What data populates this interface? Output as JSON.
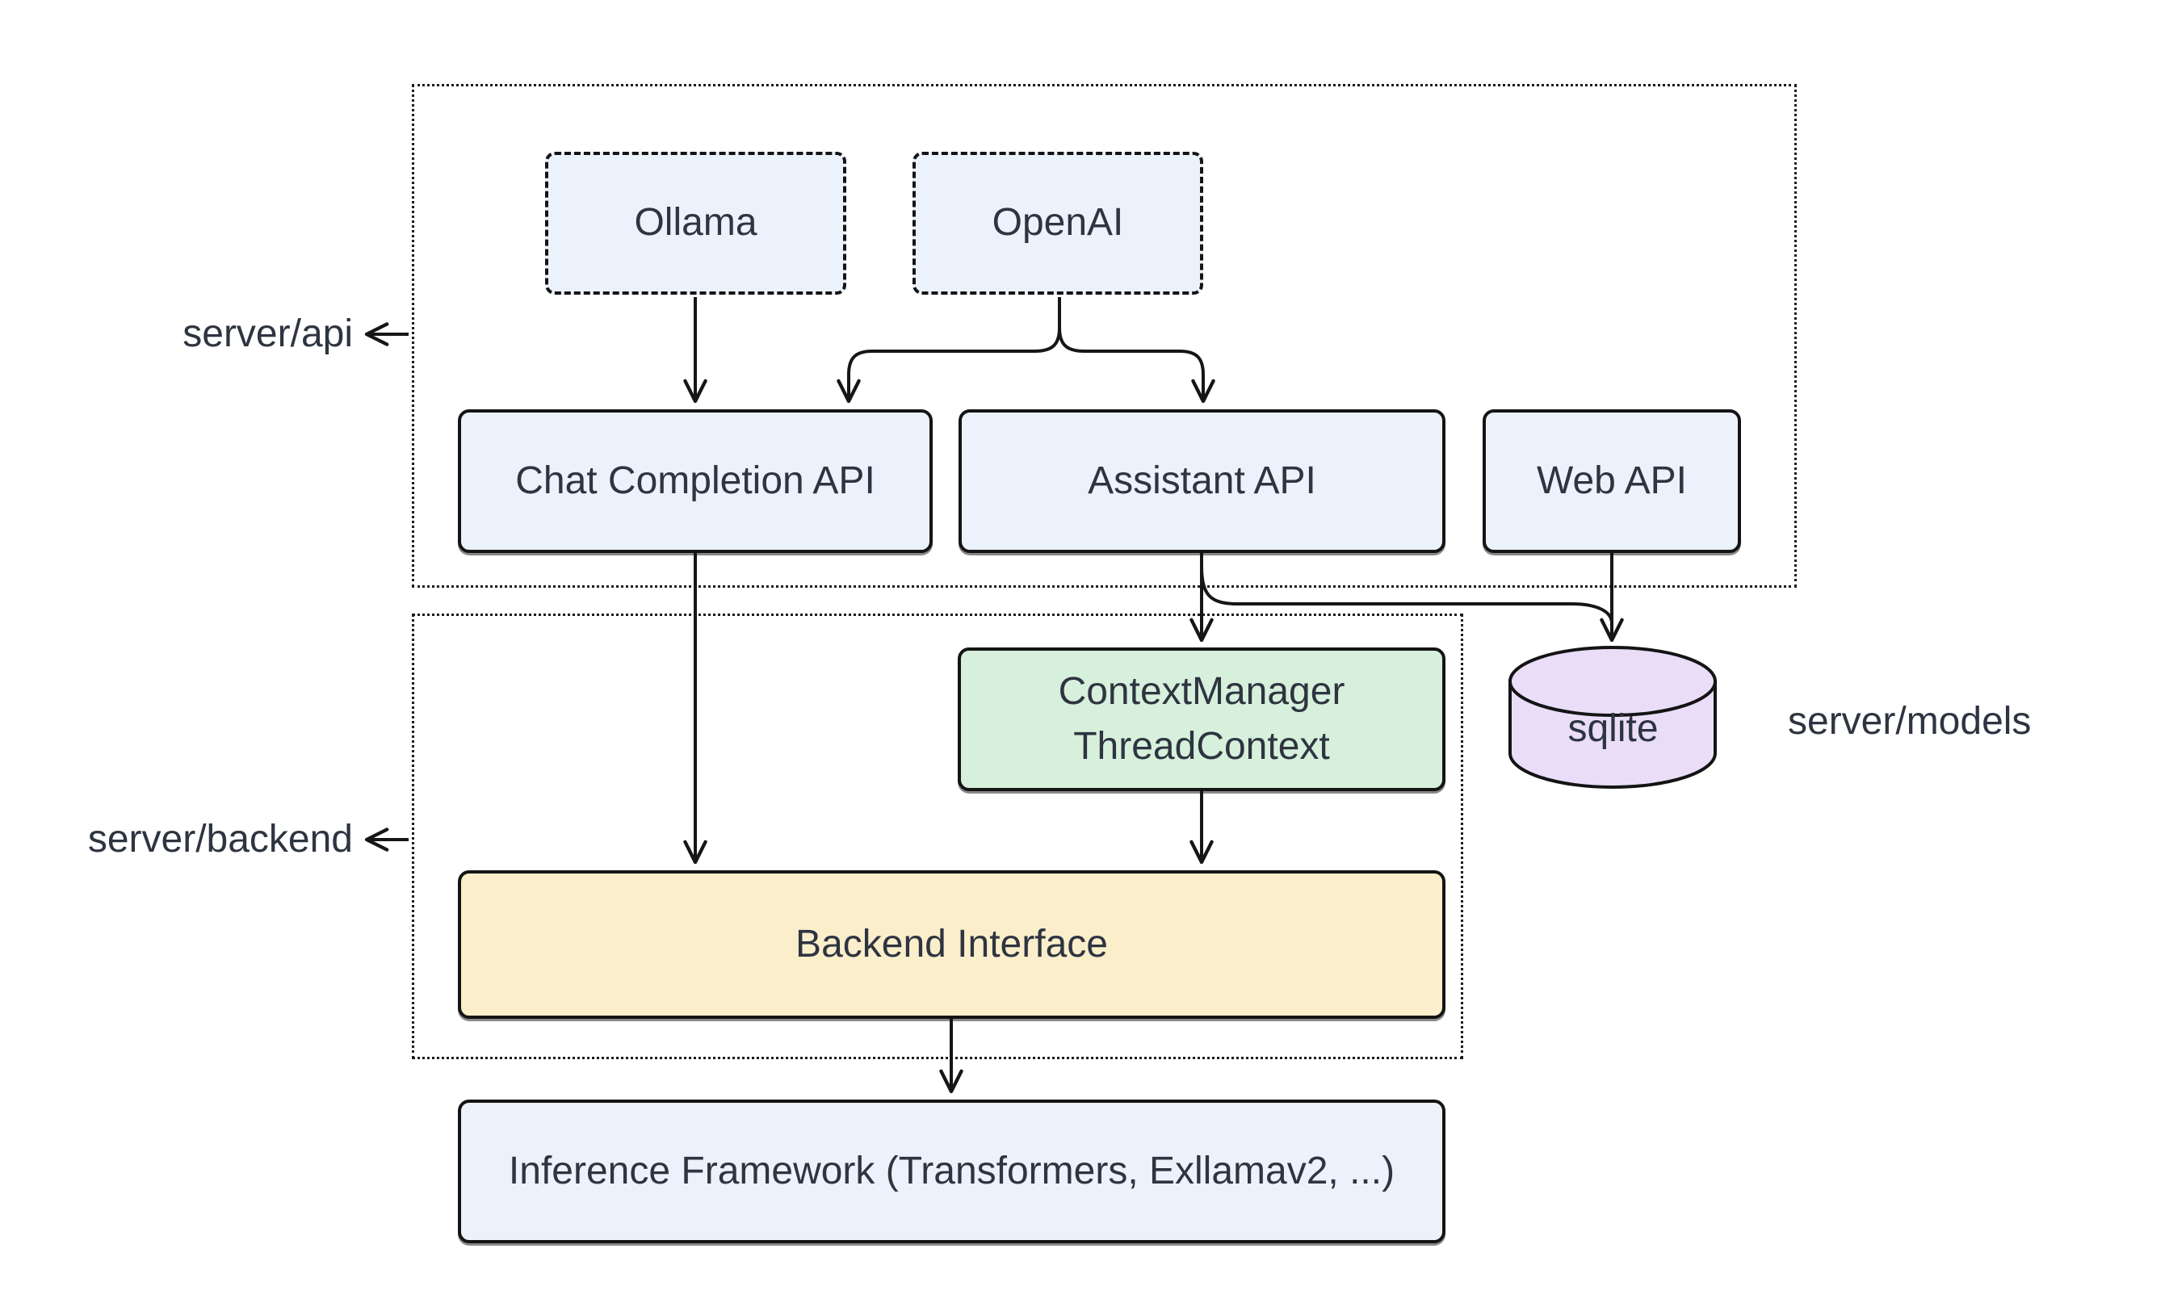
{
  "diagram_type": "architecture-flowchart",
  "groups": {
    "server_api": {
      "label": "server/api"
    },
    "server_backend": {
      "label": "server/backend"
    },
    "server_models": {
      "label": "server/models"
    }
  },
  "nodes": {
    "ollama": {
      "label": "Ollama",
      "fill": "#ecf2fb",
      "border_style": "dashed"
    },
    "openai": {
      "label": "OpenAI",
      "fill": "#ecf2fb",
      "border_style": "dashed"
    },
    "chat_completion_api": {
      "label": "Chat Completion API",
      "fill": "#ecf2fb",
      "border_style": "solid"
    },
    "assistant_api": {
      "label": "Assistant API",
      "fill": "#ecf2fb",
      "border_style": "solid"
    },
    "web_api": {
      "label": "Web API",
      "fill": "#ecf2fb",
      "border_style": "solid"
    },
    "context_manager": {
      "label_line1": "ContextManager",
      "label_line2": "ThreadContext",
      "fill": "#d7f0dc",
      "border_style": "solid"
    },
    "sqlite": {
      "label": "sqlite",
      "shape": "cylinder",
      "fill": "#e9ddf8"
    },
    "backend_interface": {
      "label": "Backend Interface",
      "fill": "#faeecb",
      "border_style": "solid"
    },
    "inference_framework": {
      "label": "Inference Framework (Transformers, Exllamav2, ...)",
      "fill": "#ecf2fb",
      "border_style": "solid"
    }
  },
  "edges": [
    {
      "from": "ollama",
      "to": "chat_completion_api"
    },
    {
      "from": "openai",
      "to": "chat_completion_api"
    },
    {
      "from": "openai",
      "to": "assistant_api"
    },
    {
      "from": "chat_completion_api",
      "to": "backend_interface"
    },
    {
      "from": "assistant_api",
      "to": "context_manager"
    },
    {
      "from": "assistant_api",
      "to": "sqlite"
    },
    {
      "from": "web_api",
      "to": "sqlite"
    },
    {
      "from": "context_manager",
      "to": "backend_interface"
    },
    {
      "from": "backend_interface",
      "to": "inference_framework"
    }
  ],
  "colors": {
    "background": "#ffffff",
    "node_blue": "#ecf2fb",
    "node_green": "#d7f0dc",
    "node_yellow": "#faeecb",
    "node_purple": "#e9ddf8",
    "stroke": "#141414",
    "text": "#2e3440"
  }
}
